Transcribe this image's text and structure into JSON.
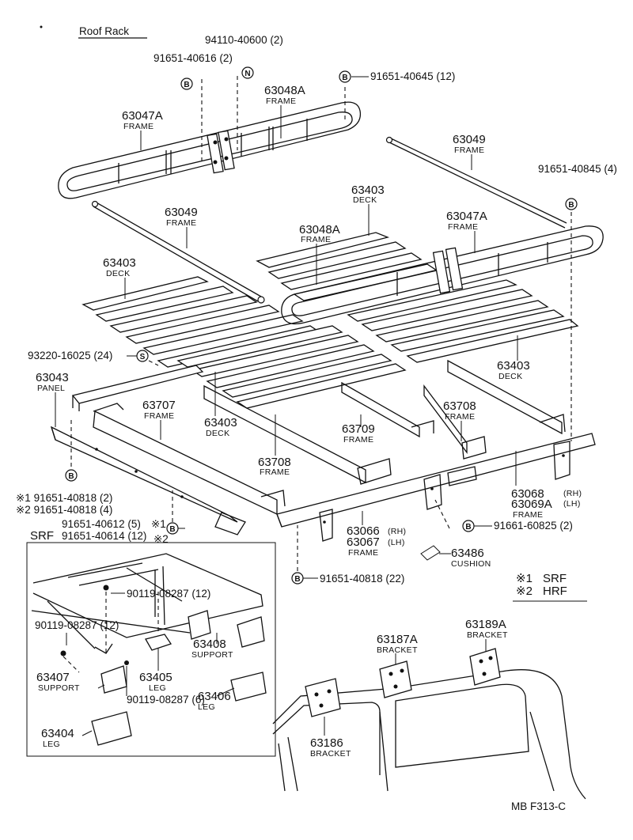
{
  "title": "Roof Rack",
  "footer_code": "MB  F313-C",
  "callout_letters": {
    "b": "B",
    "n": "N",
    "s": "S"
  },
  "parts": {
    "p94110": "94110-40600 (2)",
    "p91651_40616": "91651-40616 (2)",
    "p91651_40645": "91651-40645 (12)",
    "p63048A_top": {
      "num": "63048A",
      "name": "FRAME"
    },
    "p63047A_top": {
      "num": "63047A",
      "name": "FRAME"
    },
    "p63049_right": {
      "num": "63049",
      "name": "FRAME"
    },
    "p91651_40845": "91651-40845 (4)",
    "p63403_top": {
      "num": "63403",
      "name": "DECK"
    },
    "p63047A_right": {
      "num": "63047A",
      "name": "FRAME"
    },
    "p63049_left": {
      "num": "63049",
      "name": "FRAME"
    },
    "p63048A_mid": {
      "num": "63048A",
      "name": "FRAME"
    },
    "p63403_left": {
      "num": "63403",
      "name": "DECK"
    },
    "p93220": "93220-16025 (24)",
    "p63403_right": {
      "num": "63403",
      "name": "DECK"
    },
    "p63043": {
      "num": "63043",
      "name": "PANEL"
    },
    "p63707": {
      "num": "63707",
      "name": "FRAME"
    },
    "p63708_right": {
      "num": "63708",
      "name": "FRAME"
    },
    "p63709": {
      "num": "63709",
      "name": "FRAME"
    },
    "p63403_center": {
      "num": "63403",
      "name": "DECK"
    },
    "p63708_center": {
      "num": "63708",
      "name": "FRAME"
    },
    "p63068": {
      "num1": "63068",
      "tag1": "(RH)",
      "num2": "63069A",
      "tag2": "(LH)",
      "name": "FRAME"
    },
    "p40818_2": "※1 91651-40818 (2)",
    "p40818_4": "※2 91651-40818 (4)",
    "p40612": "91651-40612 (5)",
    "p40612_mark": "※1",
    "srf_label": "SRF",
    "p40614": "91651-40614 (12)",
    "p40614_mark": "※2",
    "p63066": {
      "num1": "63066",
      "tag1": "(RH)",
      "num2": "63067",
      "tag2": "(LH)",
      "name": "FRAME"
    },
    "p91661": "91661-60825 (2)",
    "p63486": {
      "num": "63486",
      "name": "CUSHION"
    },
    "p40818_22": "91651-40818 (22)",
    "legend1": {
      "mark": "※1",
      "text": "SRF"
    },
    "legend2": {
      "mark": "※2",
      "text": "HRF"
    },
    "p90119_top": "90119-08287 (12)",
    "p90119_left": "90119-08287 (12)",
    "p63408": {
      "num": "63408",
      "name": "SUPPORT"
    },
    "p63407": {
      "num": "63407",
      "name": "SUPPORT"
    },
    "p63405": {
      "num": "63405",
      "name": "LEG"
    },
    "p90119_6": "90119-08287 (6)",
    "p63406": {
      "num": "63406",
      "name": "LEG"
    },
    "p63404": {
      "num": "63404",
      "name": "LEG"
    },
    "p63187A": {
      "num": "63187A",
      "name": "BRACKET"
    },
    "p63189A": {
      "num": "63189A",
      "name": "BRACKET"
    },
    "p63186": {
      "num": "63186",
      "name": "BRACKET"
    }
  }
}
